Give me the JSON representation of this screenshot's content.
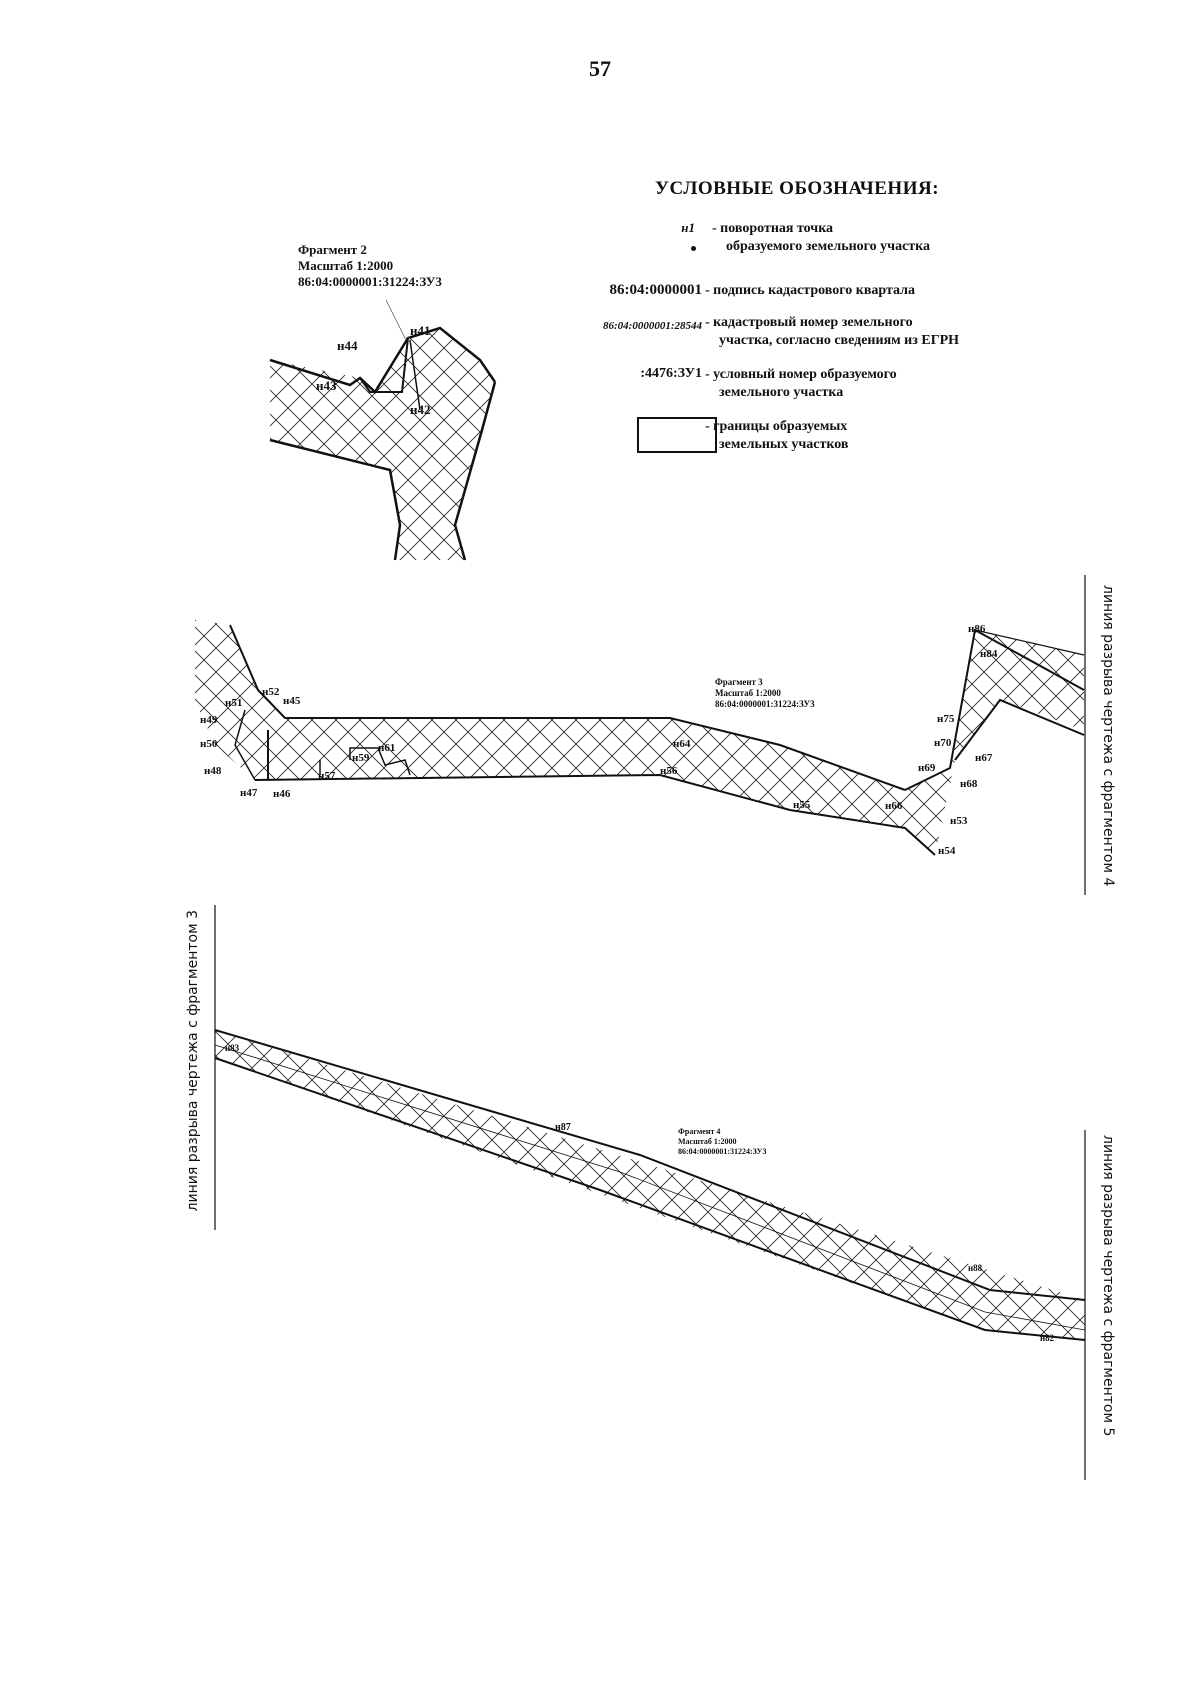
{
  "page_number": "57",
  "legend": {
    "title": "УСЛОВНЫЕ ОБОЗНАЧЕНИЯ:",
    "items": [
      {
        "symbol": "н1",
        "desc1": "- поворотная точка",
        "desc2": "образуемого земельного участка"
      },
      {
        "symbol": "86:04:0000001",
        "desc1": "- подпись кадастрового квартала",
        "desc2": ""
      },
      {
        "symbol": "86:04:0000001:28544",
        "desc1": "- кадастровый номер земельного",
        "desc2": "участка, согласно сведениям из ЕГРН"
      },
      {
        "symbol": ":4476:ЗУ1",
        "desc1": "- условный номер образуемого",
        "desc2": "земельного участка"
      },
      {
        "symbol": "",
        "desc1": "- границы образуемых",
        "desc2": "земельных участков"
      }
    ]
  },
  "fragments": [
    {
      "title": "Фрагмент 2",
      "scale": "Масштаб 1:2000",
      "number": "86:04:0000001:31224:ЗУ3"
    },
    {
      "title": "Фрагмент 3",
      "scale": "Масштаб 1:2000",
      "number": "86:04:0000001:31224:ЗУ3"
    },
    {
      "title": "Фрагмент 4",
      "scale": "Масштаб 1:2000",
      "number": "86:04:0000001:31224:ЗУ3"
    }
  ],
  "break_lines": {
    "right_fragment4": "линия разрыва чертежа с фрагментом 4",
    "left_fragment3": "линия разрыва чертежа с фрагментом 3",
    "right_fragment5": "линия разрыва чертежа с фрагментом 5"
  },
  "points": {
    "n41": "н41",
    "n42": "н42",
    "n43": "н43",
    "n44": "н44",
    "n45": "н45",
    "n46": "н46",
    "n47": "н47",
    "n48": "н48",
    "n49": "н49",
    "n50": "н50",
    "n51": "н51",
    "n52": "н52",
    "n53": "н53",
    "n54": "н54",
    "n55": "н55",
    "n56": "н56",
    "n57": "н57",
    "n59": "н59",
    "n61": "н61",
    "n64": "н64",
    "n66": "н66",
    "n67": "н67",
    "n68": "н68",
    "n69": "н69",
    "n70": "н70",
    "n75": "н75",
    "n84": "н84",
    "n86": "н86",
    "n82": "н82",
    "n83": "н83",
    "n87": "н87",
    "n88": "н88"
  }
}
